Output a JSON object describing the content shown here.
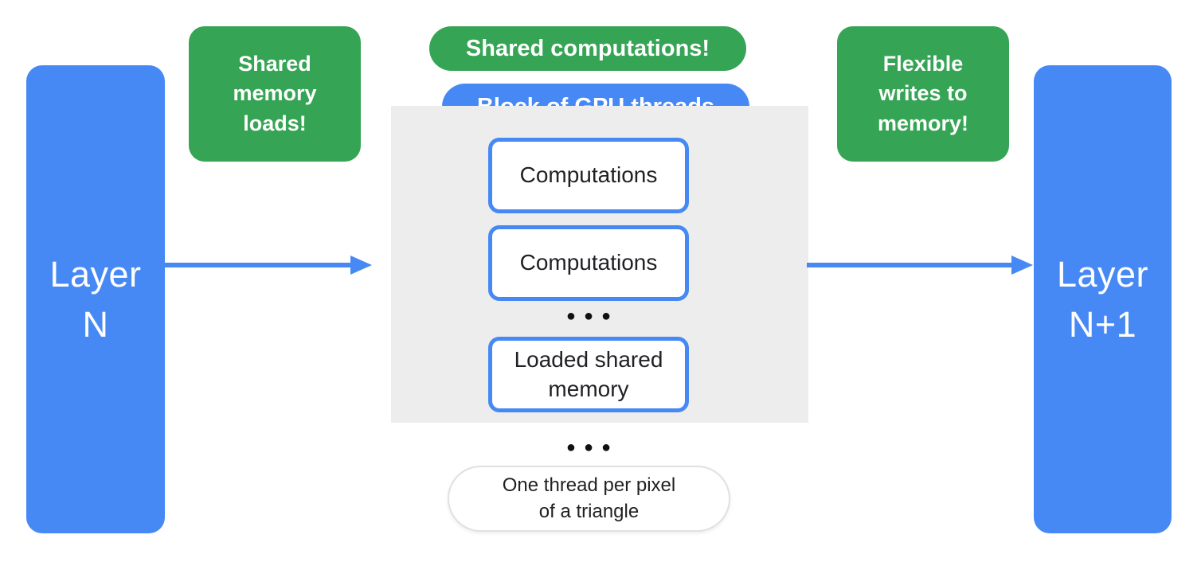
{
  "colors": {
    "blue": "#4789F4",
    "green": "#36A455",
    "gray_block": "#EDEDED",
    "dark_text": "#202124",
    "pill_border": "#DFE1E5",
    "white": "#FFFFFF"
  },
  "layers": {
    "left": {
      "label": "Layer\nN"
    },
    "right": {
      "label": "Layer\nN+1"
    }
  },
  "notes": {
    "shared_memory_loads": "Shared\nmemory\nloads!",
    "shared_computations": "Shared computations!",
    "flexible_writes": "Flexible\nwrites to\nmemory!"
  },
  "block": {
    "title": "Block of GPU threads",
    "items": [
      {
        "label": "Computations"
      },
      {
        "label": "Computations"
      },
      {
        "label": "Loaded shared\nmemory"
      }
    ],
    "ellipsis": "●●●"
  },
  "ellipsis_outer": "●●●",
  "footnote": "One thread per pixel\nof a triangle"
}
